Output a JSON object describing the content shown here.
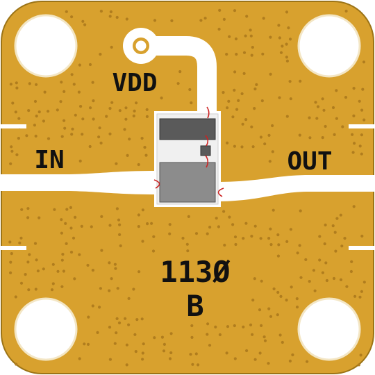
{
  "labels": {
    "vdd": "VDD",
    "in": "IN",
    "out": "OUT",
    "part_number": "113Ø",
    "revision": "B"
  },
  "colors": {
    "board": "#D8A12E",
    "board_edge": "#9C7417",
    "trace": "#FFFFFF",
    "via": "#B07D1E",
    "chip_body": "#F0F0F0",
    "chip_pad_dark": "#5A5A5A",
    "chip_pad_mid": "#8C8C8C",
    "bond_wire": "#CC2222",
    "text": "#111111"
  },
  "icons": {
    "mounting_hole": "circle-hole-icon",
    "via": "via-dot-icon"
  }
}
